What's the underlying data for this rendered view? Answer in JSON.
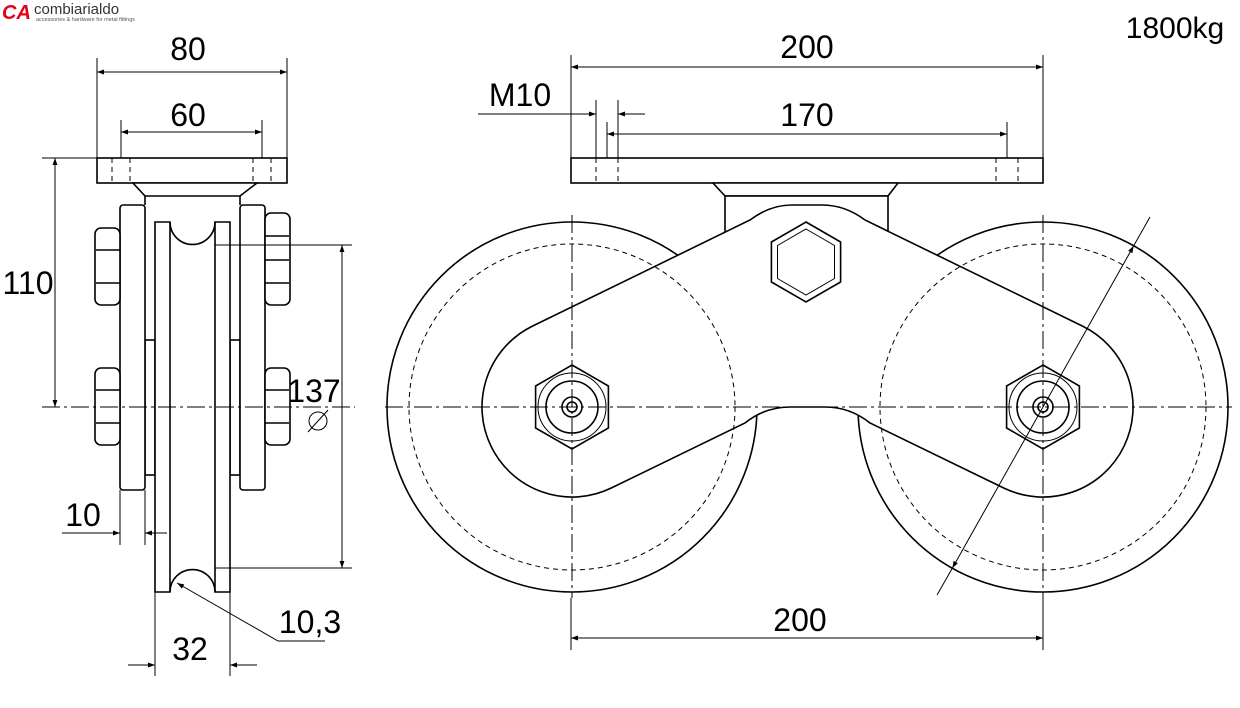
{
  "logo": {
    "mark": "CA",
    "name": "combiarialdo",
    "tagline": "accessories & hardware for metal fittings"
  },
  "load_rating": "1800kg",
  "side_view": {
    "overall_width": "80",
    "hole_spacing": "60",
    "height_to_axle": "110",
    "wheel_diameter": "137",
    "plate_thickness": "10",
    "groove_radius": "10,3",
    "wheel_width": "32"
  },
  "front_view": {
    "plate_length": "200",
    "thread": "M10",
    "hole_spacing": "170",
    "wheel_spacing": "200"
  },
  "colors": {
    "logo": "#e2001a",
    "line": "#000000"
  },
  "symbols": {
    "diameter": "diameter-symbol-icon"
  }
}
